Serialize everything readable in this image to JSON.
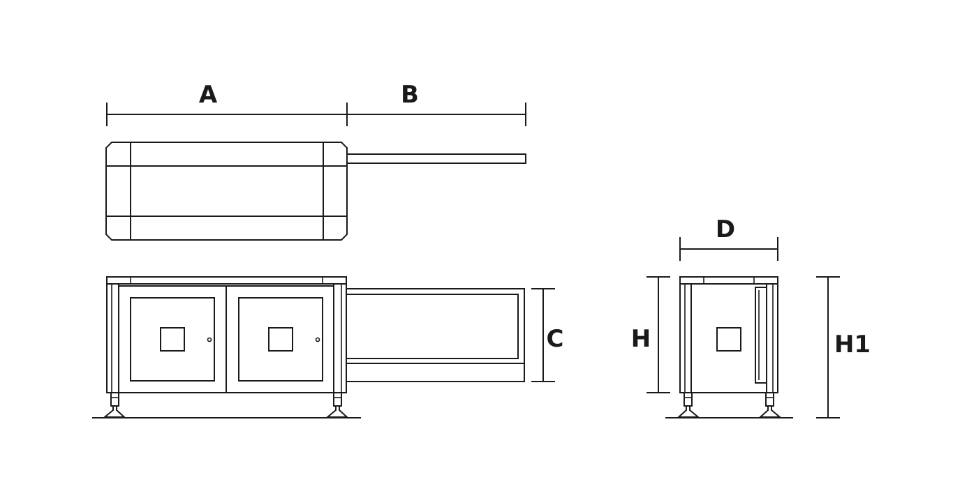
{
  "labels": {
    "a": "A",
    "b": "B",
    "c": "C",
    "d": "D",
    "h": "H",
    "h1": "H1"
  },
  "colors": {
    "line": "#1a1a1a",
    "background": "#ffffff"
  }
}
